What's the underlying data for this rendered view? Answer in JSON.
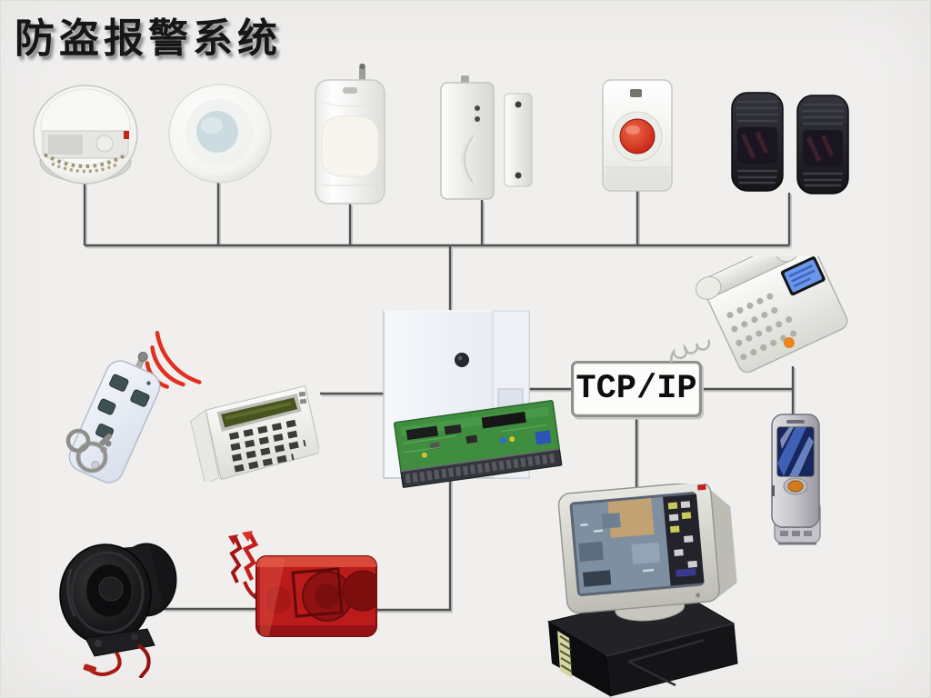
{
  "title": "防盗报警系统",
  "network": {
    "label": "TCP/IP"
  },
  "colors": {
    "background": "#f0efee",
    "title_text": "#161616",
    "connector_line": "#525252",
    "connector_shadow": "#c6c6c3",
    "alarm_red": "#bb1b1b",
    "signal_wave_red": "#e13020",
    "panic_button_red": "#c01f10",
    "pcb_green": "#3f8d3f",
    "phone_screen_blue": "#6a97e8"
  },
  "devices": [
    {
      "id": "smoke-detector"
    },
    {
      "id": "ceiling-pir-detector"
    },
    {
      "id": "wall-pir-motion-sensor"
    },
    {
      "id": "door-window-magnetic-contact"
    },
    {
      "id": "emergency-panic-button"
    },
    {
      "id": "infrared-beam-detector-pair"
    },
    {
      "id": "remote-control-keyfob"
    },
    {
      "id": "alarm-keypad"
    },
    {
      "id": "alarm-control-panel"
    },
    {
      "id": "landline-telephone"
    },
    {
      "id": "mobile-phone"
    },
    {
      "id": "horn-siren-speaker"
    },
    {
      "id": "red-strobe-siren"
    },
    {
      "id": "monitoring-computer-dvr"
    }
  ]
}
